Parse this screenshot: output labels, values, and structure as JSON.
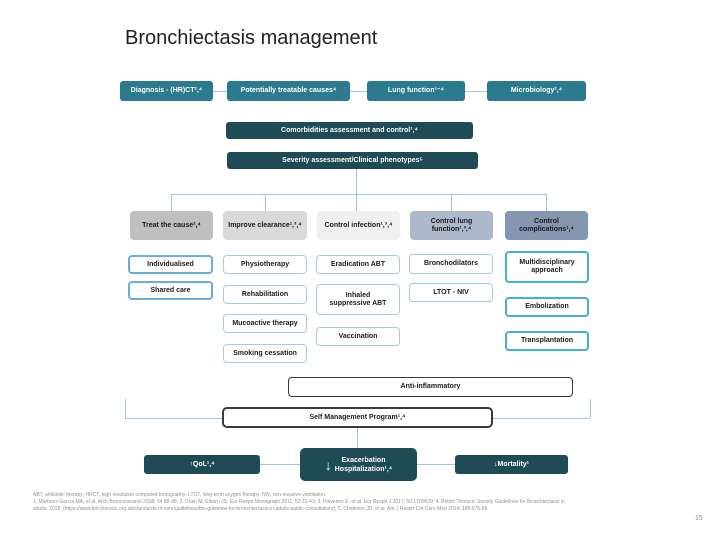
{
  "palette": {
    "teal": "#2B7A8D",
    "dark": "#1E4B55",
    "line": "#9DC3E6",
    "g1": "#BFBFBF",
    "g2": "#D9D9D9",
    "g3": "#F0F0F0",
    "g4": "#ADB9CA",
    "g5": "#8496B0",
    "b1": "#68AEDC",
    "b2": "#A3CBE8",
    "b3": "#43B1C8",
    "frame": "#3A3A3A",
    "text": "#1A1A1A"
  },
  "slide": {
    "title": "Bronchiectasis management",
    "page_number": "15"
  },
  "top_row": [
    "Diagnosis - (HR)CT²,⁴",
    "Potentially treatable causes⁴",
    "Lung function¹⁻⁴",
    "Microbiology²,⁴"
  ],
  "assessment": {
    "comorbidities": "Comorbidities assessment and control¹,⁴",
    "severity": "Severity assessment/Clinical phenotypes⁵"
  },
  "columns": [
    {
      "header": "Treat the cause²,⁴",
      "items": [
        "Individualised",
        "Shared care"
      ]
    },
    {
      "header": "Improve clearance¹,³,⁴",
      "items": [
        "Physiotherapy",
        "Rehabilitation",
        "Mucoactive therapy",
        "Smoking cessation"
      ]
    },
    {
      "header": "Control infection¹,³,⁴",
      "items": [
        "Eradication ABT",
        "Inhaled suppressive ABT",
        "Vaccination"
      ]
    },
    {
      "header": "Control lung function¹,³,⁴",
      "items": [
        "Bronchodilators",
        "LTOT - NIV"
      ]
    },
    {
      "header": "Control complications¹,⁴",
      "items": [
        "Multidisciplinary approach",
        "Embolization",
        "Transplantation"
      ]
    }
  ],
  "management": {
    "anti_inflammatory": "Anti-inflammatory",
    "self_management": "Self Management Program¹,⁴"
  },
  "outcomes": {
    "qol": "↑QoL¹,⁴",
    "exacerbation_arrow": "↓",
    "exacerbation_line1": "Exacerbation",
    "exacerbation_line2": "Hospitalization¹,⁴",
    "mortality": "↓Mortality¹"
  },
  "footer": {
    "line1": "ABT, antibiotic therapy; HRCT, high resolution computed tomography; LTOT, long-term oxygen therapy; NIV, non-invasive ventilation.",
    "line2": "1. Martinez-Garcia MA, et al. Arch Bronconeumol 2018; 54:88-98; 2. Drain M, Elborn JS. Eur Respir Monograph 2011; 52:32-43; 3. Polverino E, et al. Eur Respir J 2017; 50:1700629; 4. British Thoracic Society Guidelines for Bronchiectasis in",
    "line3": "adults. 2018; (https://www.brit-thoracic.org.uk/standards-of-care/guidelines/bts-guideline-for-bronchiectasis-in-adults-public-consultation/); 5. Chalmers JD, et al. Am J Respir Crit Care Med 2014; 189:576-85."
  }
}
